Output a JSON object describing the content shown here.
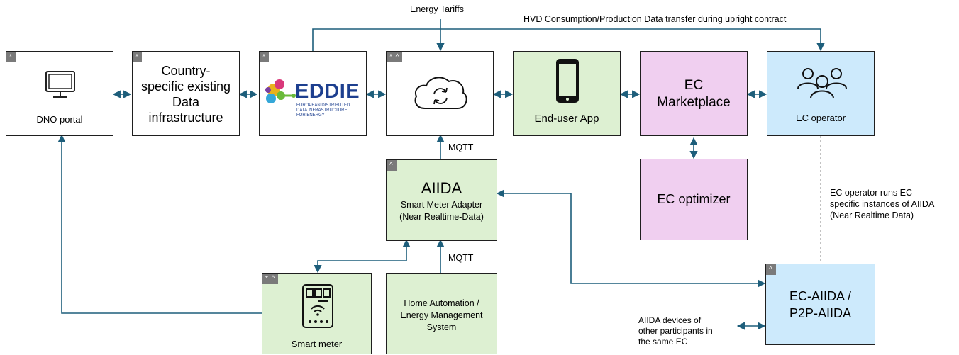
{
  "nodes": {
    "dno_portal": {
      "tag": "*",
      "label": "DNO portal",
      "icon": "monitor-icon"
    },
    "country_infra": {
      "tag": "*",
      "label": "Country-\nspecific existing\nData\ninfrastructure"
    },
    "eddie": {
      "tag": "*",
      "logo_text": "EDDIE",
      "logo_subtitle": "EUROPEAN DISTRIBUTED\nDATA INFRASTRUCTURE\nFOR ENERGY"
    },
    "cloud": {
      "tag": "* ^",
      "icon": "cloud-sync-icon"
    },
    "end_user_app": {
      "label": "End-user App",
      "icon": "smartphone-icon"
    },
    "ec_marketplace": {
      "label": "EC\nMarketplace"
    },
    "ec_operator": {
      "label": "EC operator",
      "icon": "users-group-icon"
    },
    "ec_optimizer": {
      "label": "EC optimizer"
    },
    "aiida": {
      "tag": "^",
      "title": "AIIDA",
      "subtitle": "Smart Meter Adapter\n(Near Realtime-Data)"
    },
    "smart_meter": {
      "tag": "* ^",
      "label": "Smart meter",
      "icon": "smart-meter-icon"
    },
    "home_automation": {
      "label": "Home Automation /\nEnergy Management\nSystem"
    },
    "ec_aiida": {
      "tag": "^",
      "label": "EC-AIIDA /\nP2P-AIIDA"
    }
  },
  "annotations": {
    "energy_tariffs": "Energy Tariffs",
    "hvd_transfer": "HVD Consumption/Production Data transfer during upright contract",
    "mqtt_cloud": "MQTT",
    "mqtt_home": "MQTT",
    "operator_runs": "EC operator runs EC-\nspecific instances of AIIDA\n(Near Realtime Data)",
    "aiida_devices": "AIIDA devices of\nother participants in\nthe same EC"
  },
  "colors": {
    "edge": "#1d5e7b",
    "dashed": "#9a9a9a",
    "white_fill": "#ffffff",
    "green_fill": "#ddf0d2",
    "pink_fill": "#f0cff0",
    "blue_fill": "#cdeafc",
    "tag_fill": "#7a7a7a",
    "eddie_text": "#1d3f8f"
  }
}
